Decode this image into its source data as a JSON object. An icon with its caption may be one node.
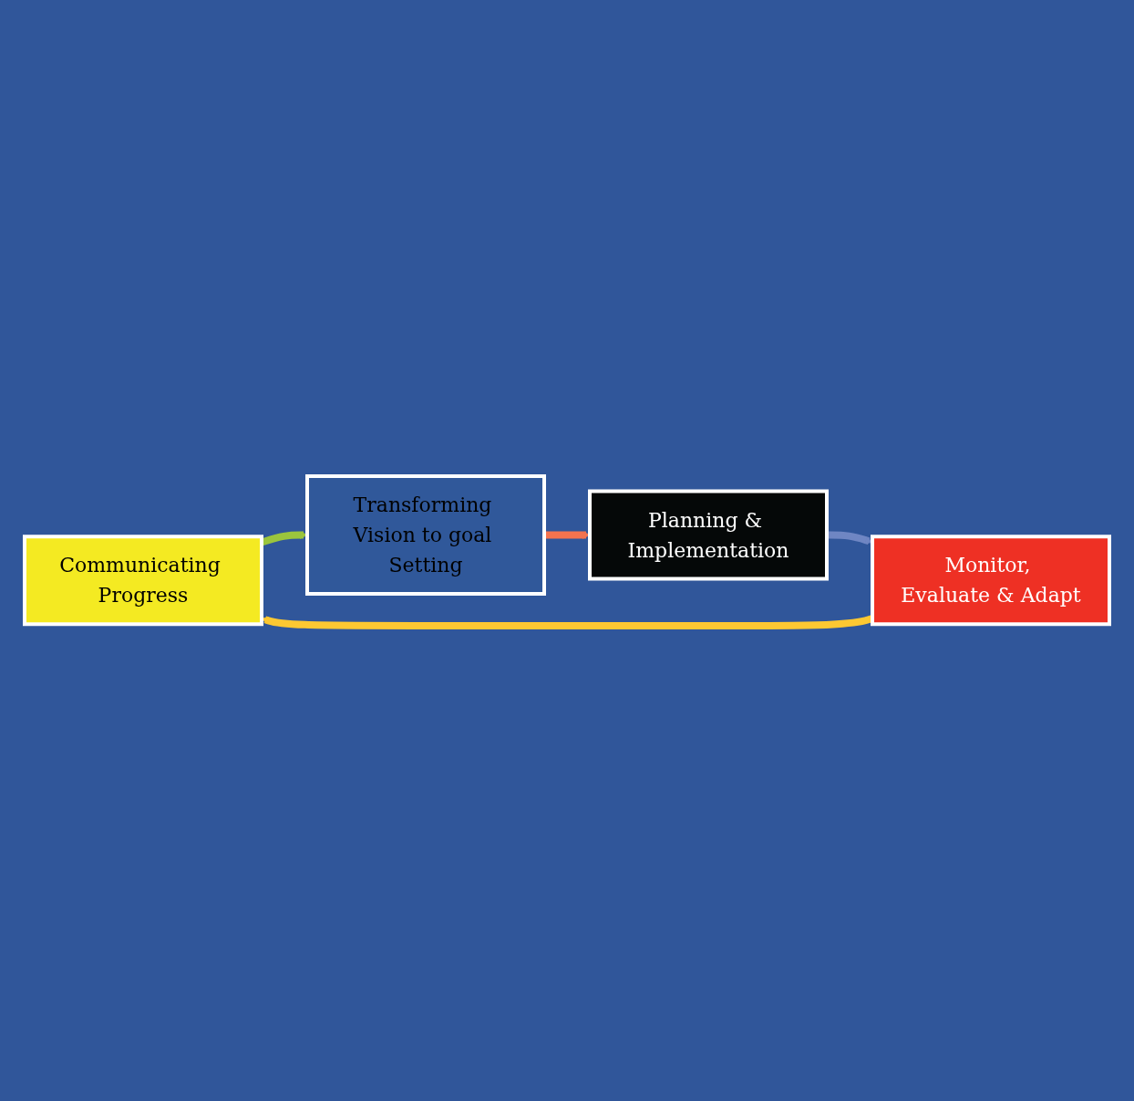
{
  "diagram": {
    "nodes": [
      {
        "text": [
          "Communicating Progress"
        ]
      },
      {
        "text": [
          "Transforming Vision to goal Setting"
        ]
      },
      {
        "text": [
          "Monitor, Evaluate & Adapt"
        ]
      },
      {
        "text": [
          "Planning & Implementation"
        ]
      }
    ],
    "edges": [
      {
        "from": 0,
        "to": 1,
        "arrow": "to",
        "color": "#9bc53d"
      },
      {
        "from": 1,
        "to": 3,
        "arrow": "to",
        "color": "#f4734f"
      },
      {
        "from": 3,
        "to": 2,
        "arrow": "to",
        "color": "#6f86c3"
      },
      {
        "from": 2,
        "to": 0,
        "arrow": "to",
        "color": "#fdc832"
      }
    ]
  }
}
